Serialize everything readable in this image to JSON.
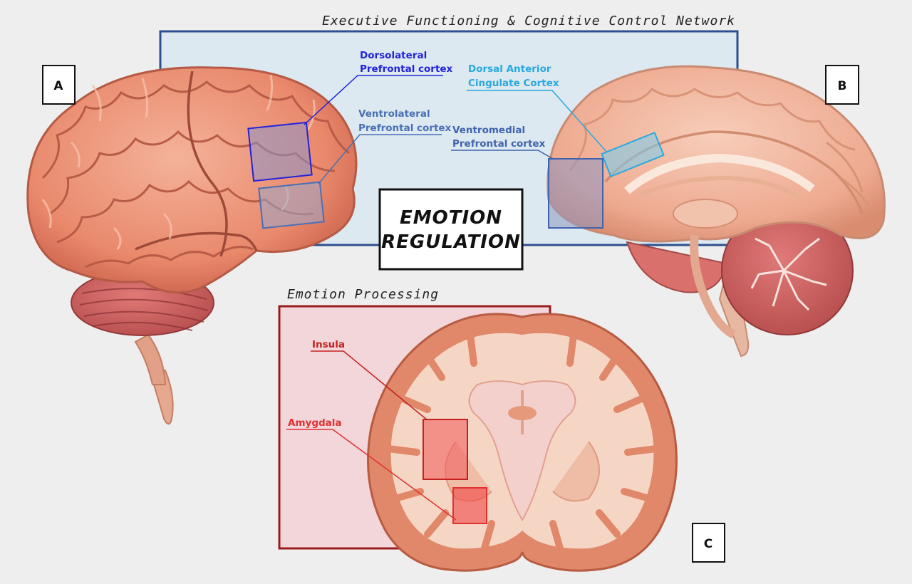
{
  "executive_network": {
    "title": "Executive Functioning & Cognitive Control Network",
    "color": "#dce9f0",
    "border": "#2e4f8f"
  },
  "emotion_processing": {
    "title": "Emotion Processing",
    "color": "#f2d6da",
    "border": "#9a1d1d"
  },
  "center_box": {
    "line1": "EMOTION",
    "line2": "REGULATION"
  },
  "panels": {
    "a": "A",
    "b": "B",
    "c": "C"
  },
  "regions": {
    "dlpfc": {
      "line1": "Dorsolateral",
      "line2": "Prefrontal cortex",
      "color": "#2222dd"
    },
    "vlpfc": {
      "line1": "Ventrolateral",
      "line2": "Prefrontal cortex",
      "color": "#4a6fb5"
    },
    "dacc": {
      "line1": "Dorsal Anterior",
      "line2": "Cingulate Cortex",
      "color": "#2aa8e0"
    },
    "vmpfc": {
      "line1": "Ventromedial",
      "line2": "Prefrontal cortex",
      "color": "#3f63ad"
    },
    "insula": {
      "label": "Insula",
      "color": "#c42020"
    },
    "amygdala": {
      "label": "Amygdala",
      "color": "#e03030"
    }
  }
}
